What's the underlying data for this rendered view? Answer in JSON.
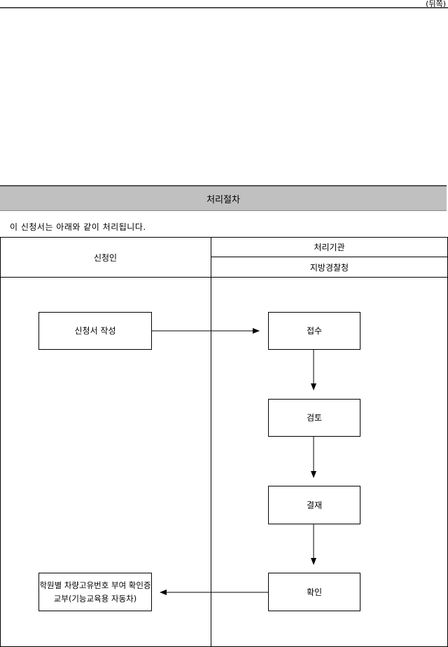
{
  "page": {
    "back_label": "(뒤쪽)"
  },
  "section": {
    "title": "처리절차",
    "intro": "이 신청서는 아래와 같이 처리됩니다."
  },
  "table": {
    "col_applicant": "신청인",
    "col_agency": "처리기관",
    "col_agency_sub": "지방경찰청"
  },
  "flow": {
    "applicant_steps": {
      "write": "신청서 작성",
      "receive_cert_line1": "학원별 차량고유번호 부여 확인증",
      "receive_cert_line2": "교부(기능교육용 자동차)"
    },
    "agency_steps": {
      "accept": "접수",
      "review": "검토",
      "approve": "결재",
      "confirm": "확인"
    }
  }
}
